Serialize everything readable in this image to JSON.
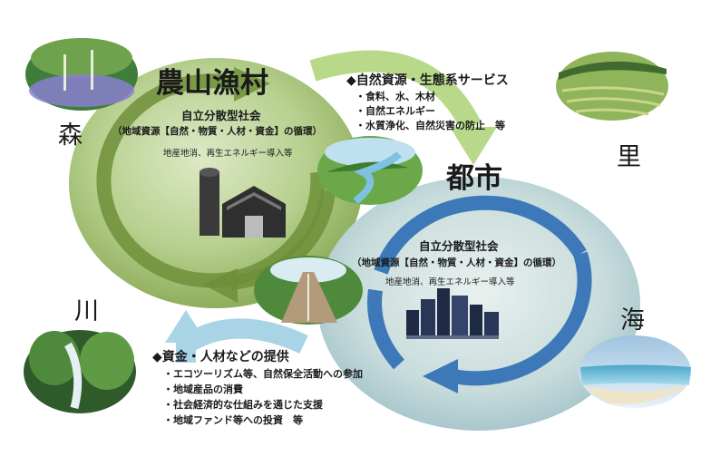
{
  "corners": {
    "mori": "森",
    "sato": "里",
    "kawa": "川",
    "umi": "海"
  },
  "rural": {
    "title": "農山漁村",
    "heading": "自立分散型社会",
    "subheading": "（地域資源【自然・物質・人材・資金】の循環）",
    "note": "地産地消、再生エネルギー導入等"
  },
  "city": {
    "title": "都市",
    "heading": "自立分散型社会",
    "subheading": "（地域資源【自然・物質・人材・資金】の循環）",
    "note": "地産地消、再生エネルギー導入等"
  },
  "flow_to_city": {
    "title": "◆自然資源・生態系サービス",
    "items": [
      "・食料、水、木材",
      "・自然エネルギー",
      "・水質浄化、自然災害の防止　等"
    ]
  },
  "flow_to_rural": {
    "title": "◆資金・人材などの提供",
    "items": [
      "・エコツーリズム等、自然保全活動への参加",
      "・地域産品の消費",
      "・社会経済的な仕組みを通じた支援",
      "・地域ファンド等への投資　等"
    ]
  },
  "colors": {
    "rural_fill": "#a9c77f",
    "rural_arrow": "#6f8f3a",
    "city_fill": "#b9d3d9",
    "city_arrow": "#3d78b8",
    "flow_arrow_green": "#b9d98a",
    "flow_arrow_blue": "#a8d4e6"
  },
  "icons": [
    "forest-photo",
    "terraced-field-photo",
    "stream-photo",
    "beach-photo",
    "river-landscape-photo",
    "road-photo",
    "barn-icon",
    "city-skyline-icon"
  ]
}
